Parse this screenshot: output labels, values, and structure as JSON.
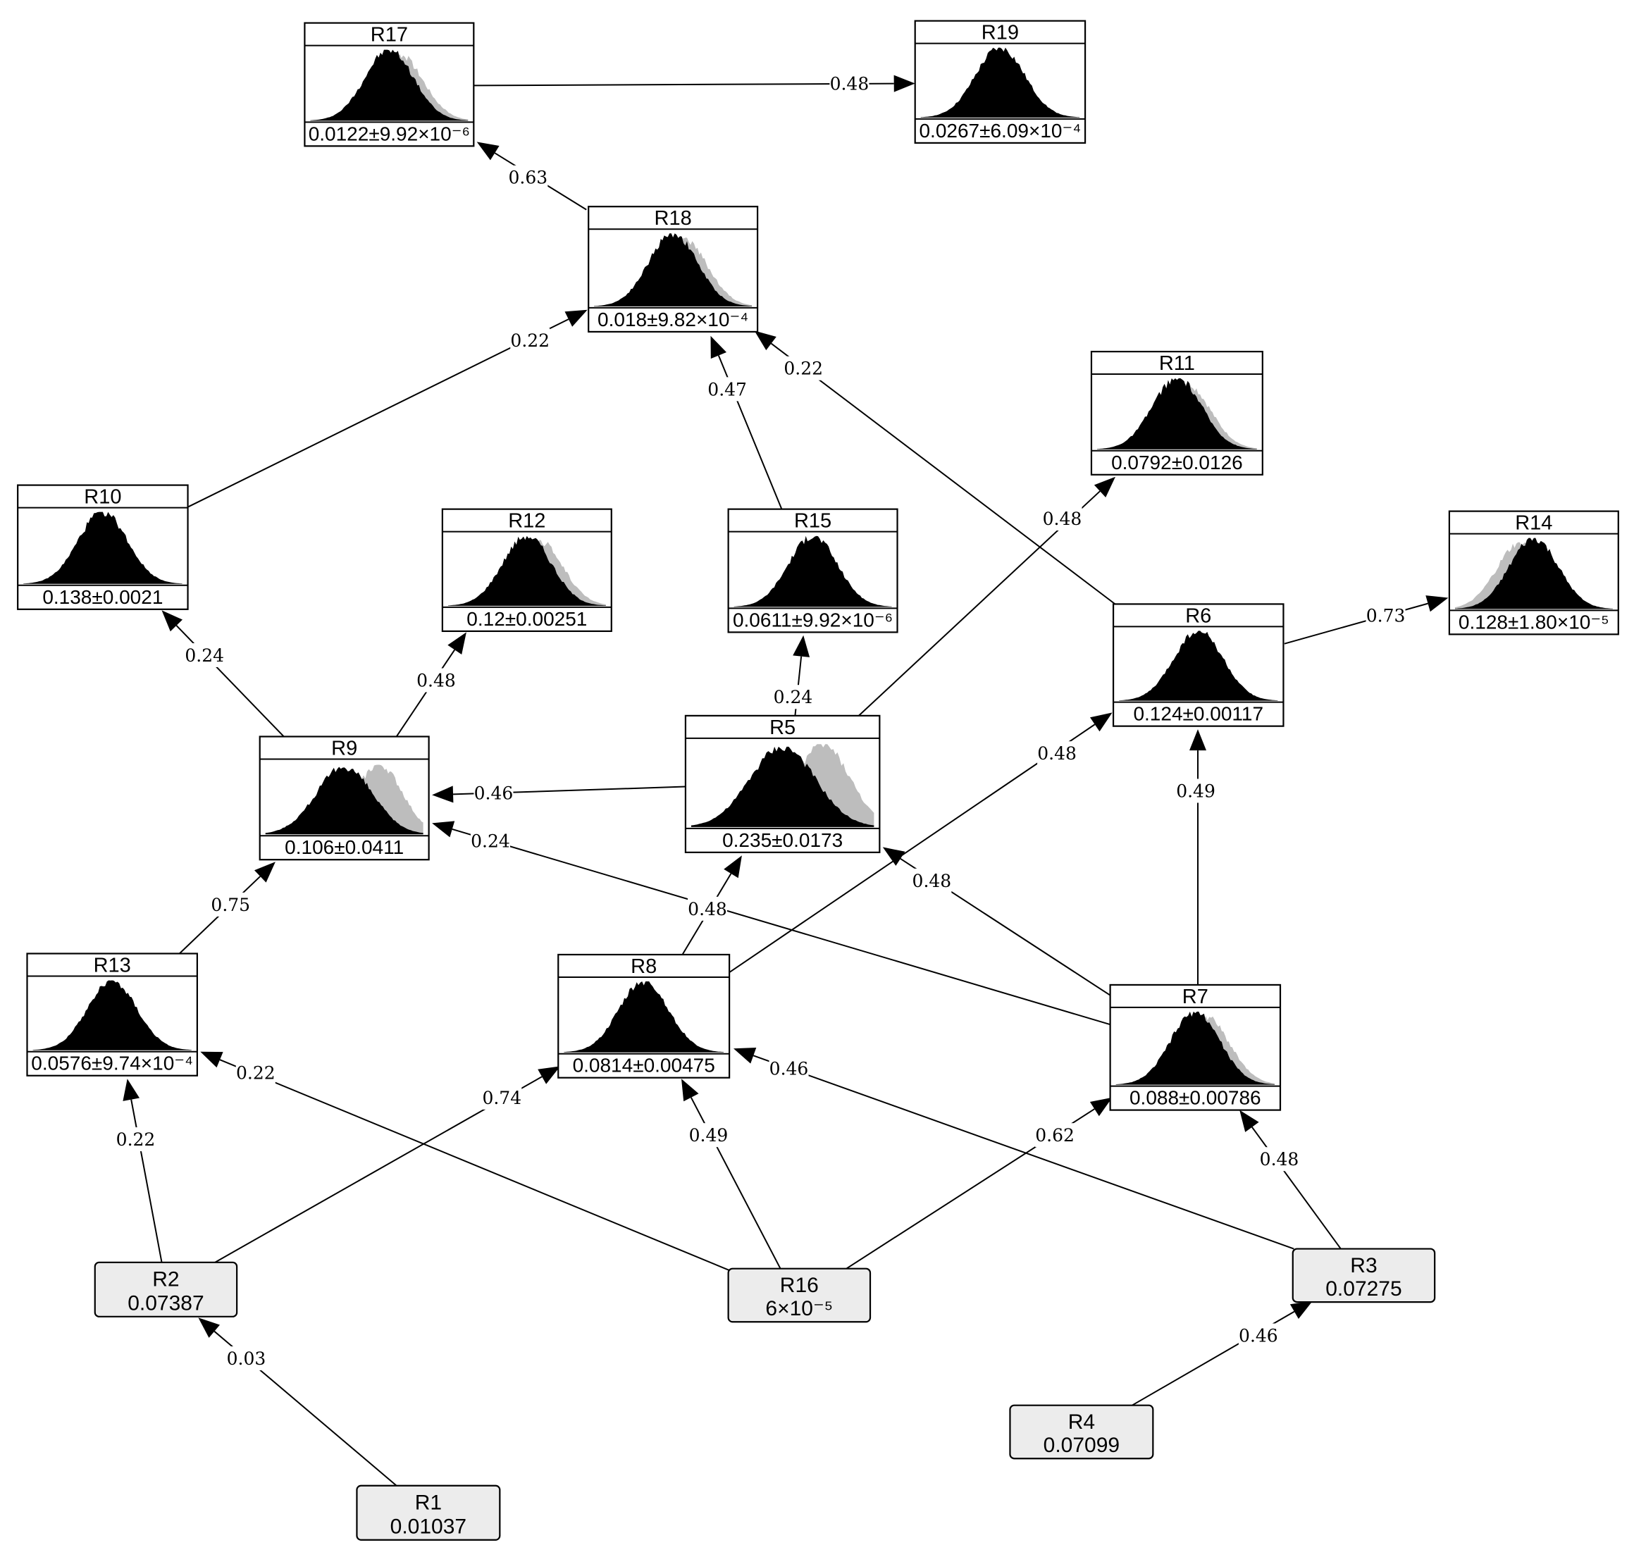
{
  "colors": {
    "primary_fill": "#000000",
    "secondary_fill": "#bdbdbd",
    "root_box_fill": "#ececec"
  },
  "nodes": [
    {
      "id": "R17",
      "label": "R17",
      "value": "0.0122±9.92×10⁻⁶",
      "kind": "dist",
      "shift": 0.06,
      "ghost": 0.0
    },
    {
      "id": "R19",
      "label": "R19",
      "value": "0.0267±6.09×10⁻⁴",
      "kind": "dist",
      "shift": 0.0,
      "ghost": 0.0
    },
    {
      "id": "R18",
      "label": "R18",
      "value": "0.018±9.82×10⁻⁴",
      "kind": "dist",
      "shift": 0.06,
      "ghost": 0.0
    },
    {
      "id": "R11",
      "label": "R11",
      "value": "0.0792±0.0126",
      "kind": "dist",
      "shift": 0.05,
      "ghost": 0.0
    },
    {
      "id": "R10",
      "label": "R10",
      "value": "0.138±0.0021",
      "kind": "dist",
      "shift": 0.0,
      "ghost": 0.0
    },
    {
      "id": "R12",
      "label": "R12",
      "value": "0.12±0.00251",
      "kind": "dist",
      "shift": 0.07,
      "ghost": 0.0
    },
    {
      "id": "R15",
      "label": "R15",
      "value": "0.0611±9.92×10⁻⁶",
      "kind": "dist",
      "shift": 0.0,
      "ghost": 0.0
    },
    {
      "id": "R14",
      "label": "R14",
      "value": "0.128±1.80×10⁻⁵",
      "kind": "dist",
      "shift": -0.08,
      "ghost": 0.0
    },
    {
      "id": "R6",
      "label": "R6",
      "value": "0.124±0.00117",
      "kind": "dist",
      "shift": 0.0,
      "ghost": 0.0
    },
    {
      "id": "R5",
      "label": "R5",
      "value": "0.235±0.0173",
      "kind": "dist",
      "shift": 0.0,
      "ghost": 1.0
    },
    {
      "id": "R9",
      "label": "R9",
      "value": "0.106±0.0411",
      "kind": "dist",
      "shift": 0.0,
      "ghost": 1.0
    },
    {
      "id": "R13",
      "label": "R13",
      "value": "0.0576±9.74×10⁻⁴",
      "kind": "dist",
      "shift": 0.0,
      "ghost": 0.0
    },
    {
      "id": "R8",
      "label": "R8",
      "value": "0.0814±0.00475",
      "kind": "dist",
      "shift": 0.0,
      "ghost": 0.0
    },
    {
      "id": "R7",
      "label": "R7",
      "value": "0.088±0.00786",
      "kind": "dist",
      "shift": 0.06,
      "ghost": 0.0
    },
    {
      "id": "R2",
      "label": "R2",
      "value": "0.07387",
      "kind": "root"
    },
    {
      "id": "R16",
      "label": "R16",
      "value": "6×10⁻⁵",
      "kind": "root"
    },
    {
      "id": "R3",
      "label": "R3",
      "value": "0.07275",
      "kind": "root"
    },
    {
      "id": "R4",
      "label": "R4",
      "value": "0.07099",
      "kind": "root"
    },
    {
      "id": "R1",
      "label": "R1",
      "value": "0.01037",
      "kind": "root"
    }
  ],
  "edges": [
    {
      "from": "R17",
      "to": "R19",
      "weight": "0.48"
    },
    {
      "from": "R18",
      "to": "R17",
      "weight": "0.63"
    },
    {
      "from": "R10",
      "to": "R18",
      "weight": "0.22"
    },
    {
      "from": "R15",
      "to": "R18",
      "weight": "0.47"
    },
    {
      "from": "R6",
      "to": "R18",
      "weight": "0.22"
    },
    {
      "from": "R5",
      "to": "R11",
      "weight": "0.48"
    },
    {
      "from": "R6",
      "to": "R14",
      "weight": "0.73"
    },
    {
      "from": "R9",
      "to": "R10",
      "weight": "0.24"
    },
    {
      "from": "R9",
      "to": "R12",
      "weight": "0.48"
    },
    {
      "from": "R5",
      "to": "R15",
      "weight": "0.24"
    },
    {
      "from": "R5",
      "to": "R9",
      "weight": "0.46"
    },
    {
      "from": "R7",
      "to": "R9",
      "weight": "0.24"
    },
    {
      "from": "R13",
      "to": "R9",
      "weight": "0.75"
    },
    {
      "from": "R8",
      "to": "R5",
      "weight": "0.48"
    },
    {
      "from": "R7",
      "to": "R5",
      "weight": "0.48"
    },
    {
      "from": "R8",
      "to": "R6",
      "weight": "0.48"
    },
    {
      "from": "R7",
      "to": "R6",
      "weight": "0.49"
    },
    {
      "from": "R2",
      "to": "R13",
      "weight": "0.22"
    },
    {
      "from": "R16",
      "to": "R13",
      "weight": "0.22"
    },
    {
      "from": "R2",
      "to": "R8",
      "weight": "0.74"
    },
    {
      "from": "R16",
      "to": "R8",
      "weight": "0.49"
    },
    {
      "from": "R3",
      "to": "R8",
      "weight": "0.46"
    },
    {
      "from": "R16",
      "to": "R7",
      "weight": "0.62"
    },
    {
      "from": "R3",
      "to": "R7",
      "weight": "0.48"
    },
    {
      "from": "R1",
      "to": "R2",
      "weight": "0.03"
    },
    {
      "from": "R4",
      "to": "R3",
      "weight": "0.46"
    }
  ]
}
